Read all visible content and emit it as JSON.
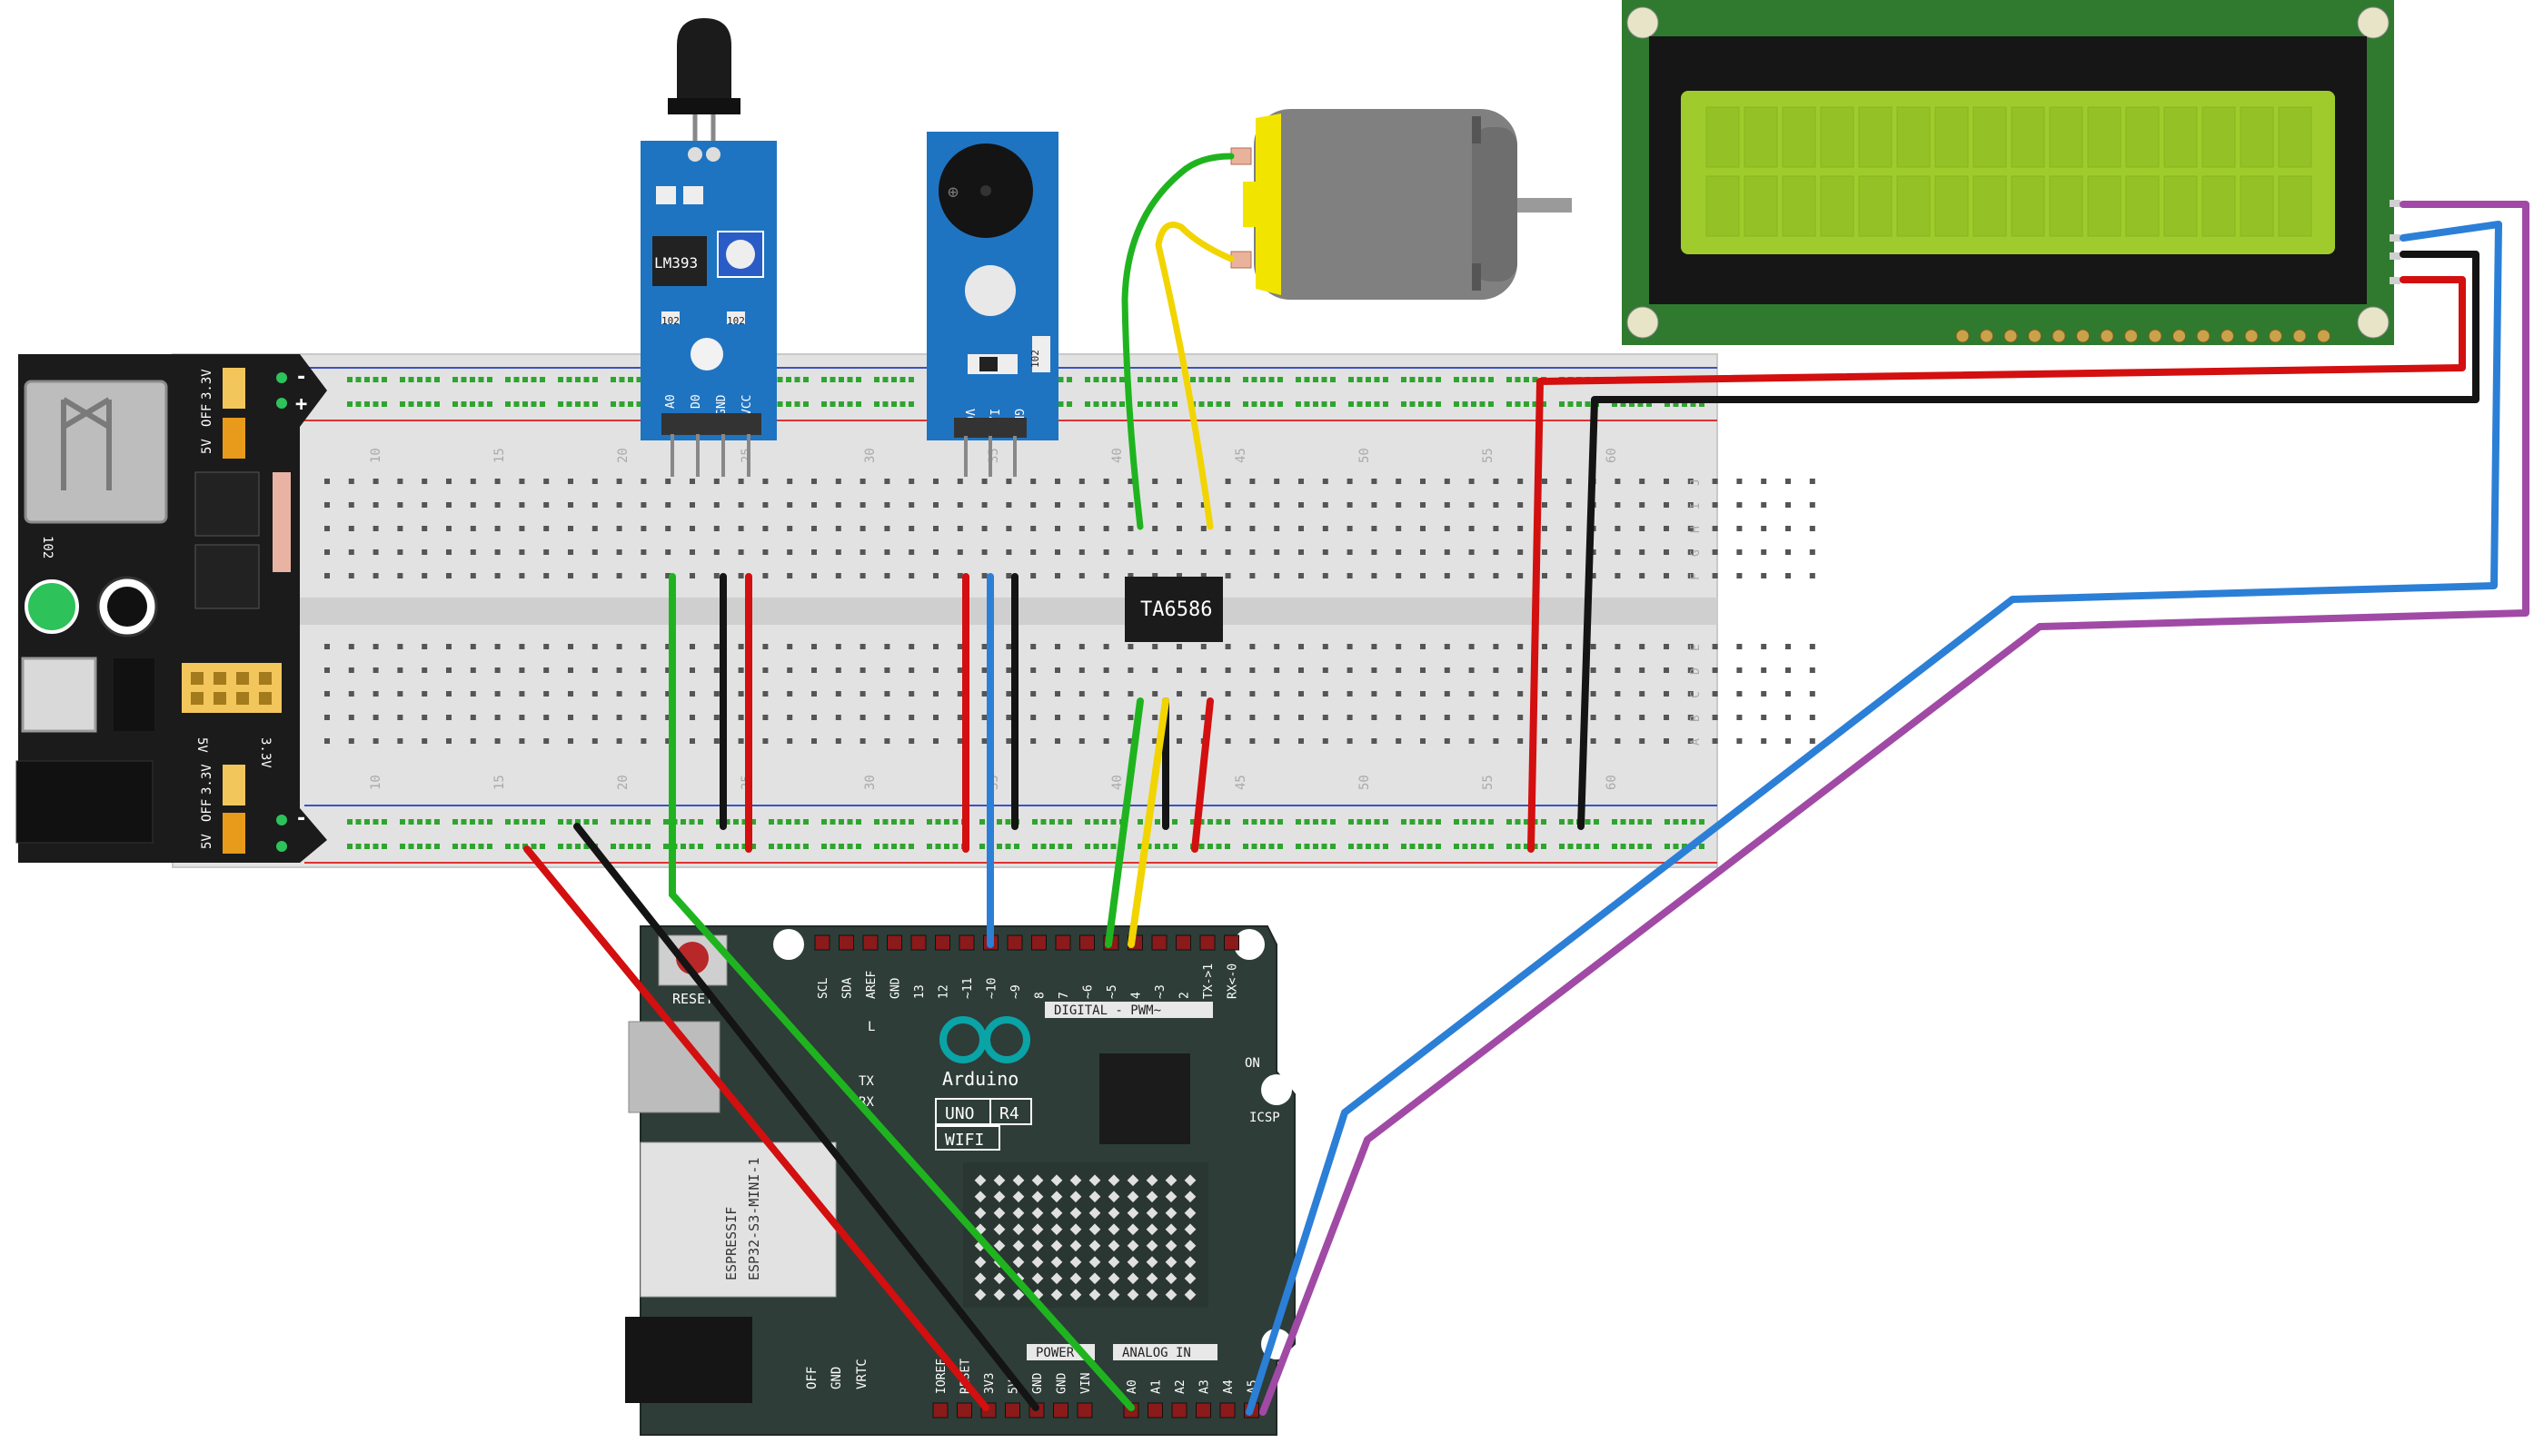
{
  "colors": {
    "board_pcb": "#2e3d38",
    "breadboard": "#e2e2e2",
    "sensor_pcb": "#1f74c1",
    "lcd_pcb": "#2f7a2f",
    "lcd_screen": "#9fcc2c",
    "wire_red": "#d30f0f",
    "wire_black": "#141414",
    "wire_green": "#1fb41f",
    "wire_yellow": "#f2d400",
    "wire_blue": "#2b7fd6",
    "wire_purple": "#a04aa6"
  },
  "power_module": {
    "top_jumper_labels": [
      "5V",
      "OFF",
      "3.3V"
    ],
    "bottom_jumper_labels": [
      "5V",
      "OFF",
      "3.3V"
    ],
    "rail_signs_top": [
      "-",
      "+"
    ],
    "rail_signs_bottom": [
      "-",
      "+"
    ],
    "header_labels": [
      "5V",
      "3.3V"
    ],
    "resistor_code": "102"
  },
  "breadboard": {
    "column_numbers": [
      "10",
      "15",
      "20",
      "25",
      "30",
      "35",
      "40",
      "45",
      "50",
      "55",
      "60"
    ],
    "row_letters_top": [
      "J",
      "I",
      "H",
      "G",
      "F"
    ],
    "row_letters_bottom": [
      "E",
      "D",
      "C",
      "B",
      "A"
    ]
  },
  "flame_sensor": {
    "chip": "LM393",
    "smd_codes": [
      "102",
      "102"
    ],
    "pins": [
      "A0",
      "D0",
      "GND",
      "VCC"
    ]
  },
  "buzzer": {
    "smd_code": "102",
    "pins": [
      "VCC",
      "I/O",
      "GND"
    ]
  },
  "motor_driver": {
    "chip": "TA6586"
  },
  "arduino": {
    "brand": "Arduino",
    "model": "UNO",
    "revision": "R4",
    "variant": "WIFI",
    "module": [
      "ESPRESSIF",
      "ESP32-S3-MINI-1"
    ],
    "reset_label": "RESET",
    "digital_header_label": "DIGITAL - PWM~",
    "digital_pins": [
      "SCL",
      "SDA",
      "AREF",
      "GND",
      "13",
      "12",
      "~11",
      "~10",
      "~9",
      "8",
      "7",
      "~6",
      "~5",
      "4",
      "~3",
      "2",
      "TX->1",
      "RX<-0"
    ],
    "power_header_label": "POWER",
    "analog_header_label": "ANALOG IN",
    "power_pins": [
      "IOREF",
      "RESET",
      "3V3",
      "5V",
      "GND",
      "GND",
      "VIN"
    ],
    "analog_pins": [
      "A0",
      "A1",
      "A2",
      "A3",
      "A4",
      "A5"
    ],
    "misc_labels": [
      "L",
      "TX",
      "RX",
      "ON",
      "ICSP",
      "OFF",
      "GND",
      "VRTC"
    ]
  }
}
